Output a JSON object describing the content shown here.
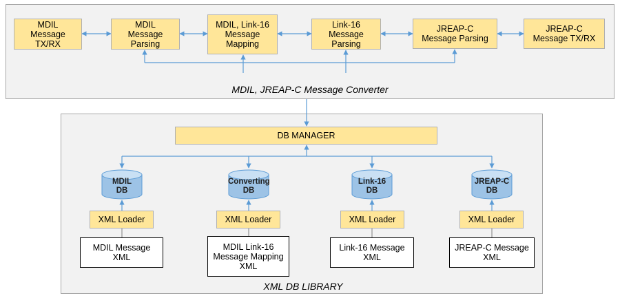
{
  "converter": {
    "caption": "MDIL, JREAP-C Message Converter",
    "boxes": [
      "MDIL\nMessage\nTX/RX",
      "MDIL\nMessage\nParsing",
      "MDIL, Link-16\nMessage\nMapping",
      "Link-16\nMessage\nParsing",
      "JREAP-C\nMessage Parsing",
      "JREAP-C\nMessage TX/RX"
    ]
  },
  "library": {
    "caption": "XML DB LIBRARY",
    "db_manager": "DB MANAGER",
    "databases": [
      "MDIL\nDB",
      "Converting\nDB",
      "Link-16\nDB",
      "JREAP-C\nDB"
    ],
    "loader_label": "XML Loader",
    "xml_files": [
      "MDIL Message\nXML",
      "MDIL Link-16\nMessage Mapping\nXML",
      "Link-16 Message\nXML",
      "JREAP-C Message\nXML"
    ]
  },
  "colors": {
    "box_fill": "#ffe699",
    "panel_fill": "#f2f2f2",
    "arrow": "#5b9bd5",
    "db_fill": "#9dc3e6"
  }
}
